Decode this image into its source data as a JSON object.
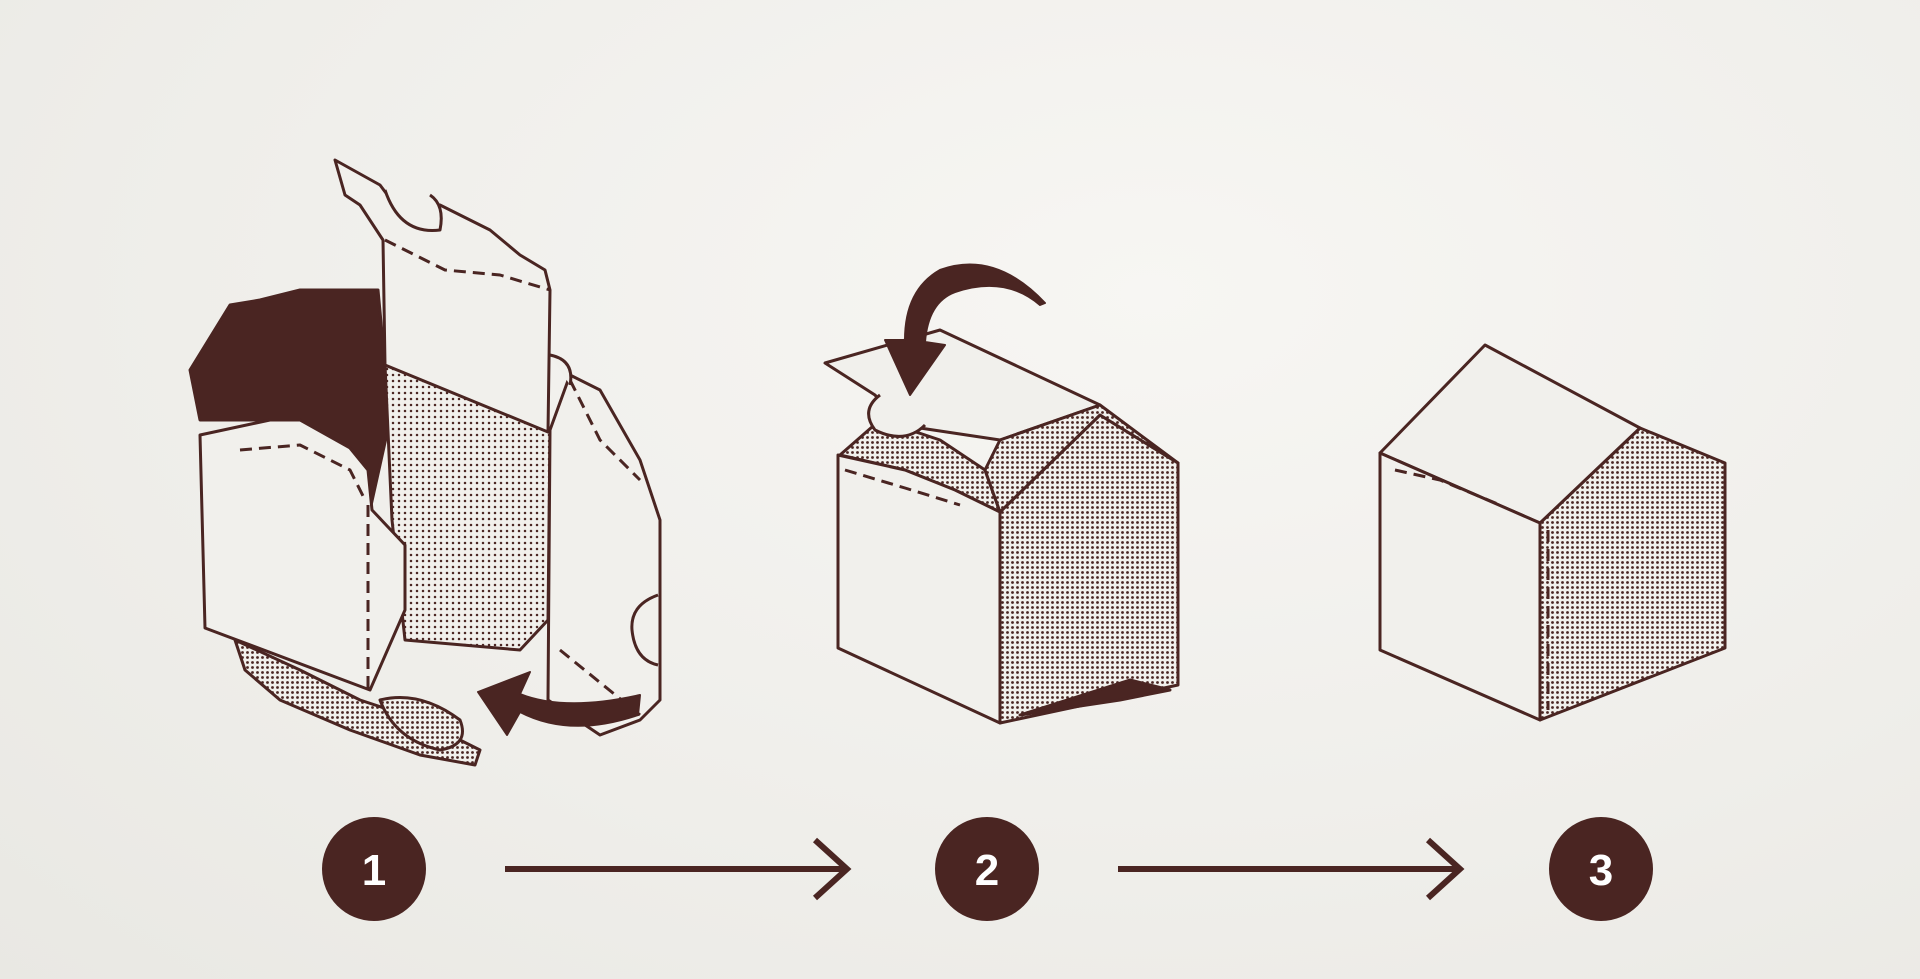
{
  "steps": [
    {
      "number": "1",
      "caption": ""
    },
    {
      "number": "2",
      "caption": ""
    },
    {
      "number": "3",
      "caption": ""
    }
  ],
  "colors": {
    "ink": "#4a2522",
    "paper": "#f1f0ec",
    "dots": "#4a2522"
  },
  "icons": {
    "step_connector": "right-arrow-icon",
    "fold_direction": "curved-arrow-icon"
  }
}
